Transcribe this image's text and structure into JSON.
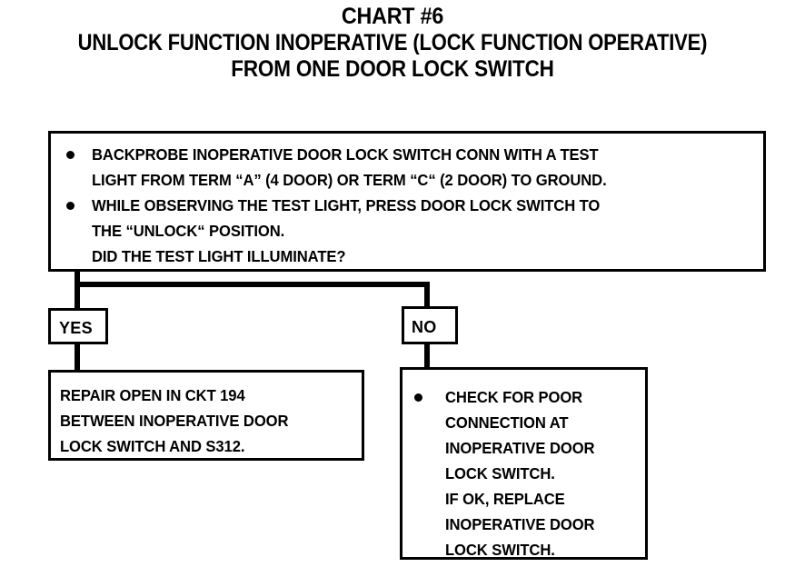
{
  "document": {
    "type": "diagnostic-flowchart",
    "colors": {
      "ink": "#000000",
      "background": "#ffffff"
    }
  },
  "title": {
    "line1": "CHART #6",
    "line2": "UNLOCK FUNCTION INOPERATIVE (LOCK FUNCTION OPERATIVE)",
    "line3": "FROM ONE DOOR LOCK SWITCH"
  },
  "main_question_box": {
    "bullet_glyph": "bullet-dot",
    "lines": [
      "BACKPROBE INOPERATIVE DOOR LOCK SWITCH CONN WITH A TEST",
      "LIGHT FROM TERM “A” (4 DOOR) OR TERM “C“ (2 DOOR) TO GROUND.",
      "WHILE OBSERVING THE TEST LIGHT, PRESS DOOR LOCK SWITCH TO",
      "THE “UNLOCK“ POSITION.",
      "DID THE TEST LIGHT ILLUMINATE?"
    ]
  },
  "decision": {
    "yes_label": "YES",
    "no_label": "NO"
  },
  "result_yes_box": {
    "lines": [
      "REPAIR OPEN IN CKT 194",
      "BETWEEN INOPERATIVE DOOR",
      "LOCK SWITCH AND S312."
    ]
  },
  "result_no_box": {
    "bullet_glyph": "bullet-dot",
    "lines": [
      "CHECK FOR POOR",
      "CONNECTION AT",
      "INOPERATIVE DOOR",
      "LOCK SWITCH.",
      "IF OK, REPLACE",
      "INOPERATIVE DOOR",
      "LOCK SWITCH."
    ]
  }
}
